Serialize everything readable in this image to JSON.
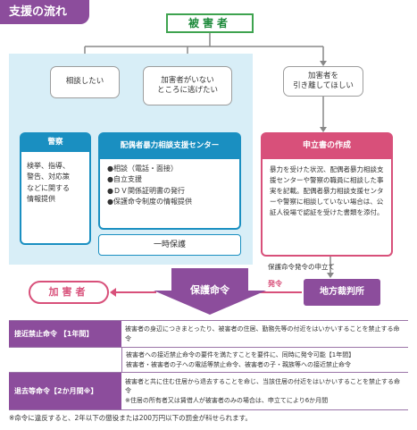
{
  "title": "支援の流れ",
  "victim": "被害者",
  "choices": {
    "consult": "相談したい",
    "escape": "加害者がいない\nところに逃げたい",
    "separate": "加害者を\n引き離してほしい"
  },
  "police": {
    "title": "警察",
    "body": "検挙、指導、\n警告、対応策\nなどに関する\n情報提供"
  },
  "dv_center": {
    "title": "配偶者暴力相談支援センター",
    "items": [
      "●相談（電話・面接）",
      "●自立支援",
      "●ＤＶ関係証明書の発行",
      "●保護命令制度の情報提供"
    ]
  },
  "shelter": "一時保護",
  "petition": {
    "title": "申立書の作成",
    "body": "暴力を受けた状況、配偶者暴力相談支援センターや警察の職員に相談した事実を記載。配偶者暴力相談支援センターや警察に相談していない場合は、公証人役場で認証を受けた書類を添付。"
  },
  "petition_note": "保護命令発令の申立て",
  "issue_label": "発令",
  "court": "地方裁判所",
  "protection_order": "保護命令",
  "perpetrator": "加害者",
  "orders": [
    {
      "label": "接近禁止命令 【1年間】",
      "text": "被害者の身辺につきまとったり、被害者の住居、勤務先等の付近をはいかいすることを禁止する命令"
    },
    {
      "label": "",
      "text": "被害者への接近禁止命令の要件を満たすことを要件に、同時に発令可能【1年間】\n被害者・被害者の子への電話等禁止命令、被害者の子・親族等への接近禁止命令"
    },
    {
      "label": "退去等命令【2か月間※】",
      "text": "被害者と共に住む住居から退去することを命じ、当該住居の付近をはいかいすることを禁止する命令\n※住居の所有者又は賃借人が被害者のみの場合は、申立てにより6か月間"
    }
  ],
  "footnote": "※命令に違反すると、2年以下の懲役または200万円以下の罰金が科せられます。",
  "colors": {
    "purple": "#8c4d9c",
    "green": "#3ea34f",
    "blue": "#1a8fc1",
    "pink": "#d8507a",
    "panel": "#d8eef7"
  }
}
